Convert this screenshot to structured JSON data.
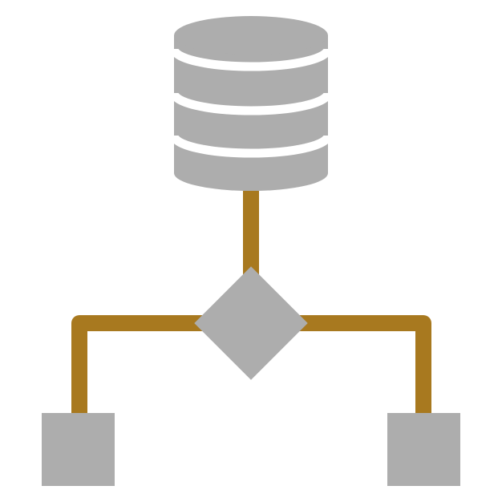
{
  "diagram": {
    "kind": "database-decision-tree-icon",
    "nodes": [
      {
        "role": "database",
        "icon": "database-icon"
      },
      {
        "role": "decision",
        "icon": "diamond-icon"
      },
      {
        "role": "left-output",
        "icon": "square-icon"
      },
      {
        "role": "right-output",
        "icon": "square-icon"
      }
    ],
    "connectors": [
      {
        "from": "database",
        "to": "decision"
      },
      {
        "from": "decision",
        "to": "left-output"
      },
      {
        "from": "decision",
        "to": "right-output"
      }
    ]
  },
  "colors": {
    "background": "#ffffff",
    "shape": "#adadad",
    "connector": "#a8791f",
    "gap": "#ffffff"
  }
}
